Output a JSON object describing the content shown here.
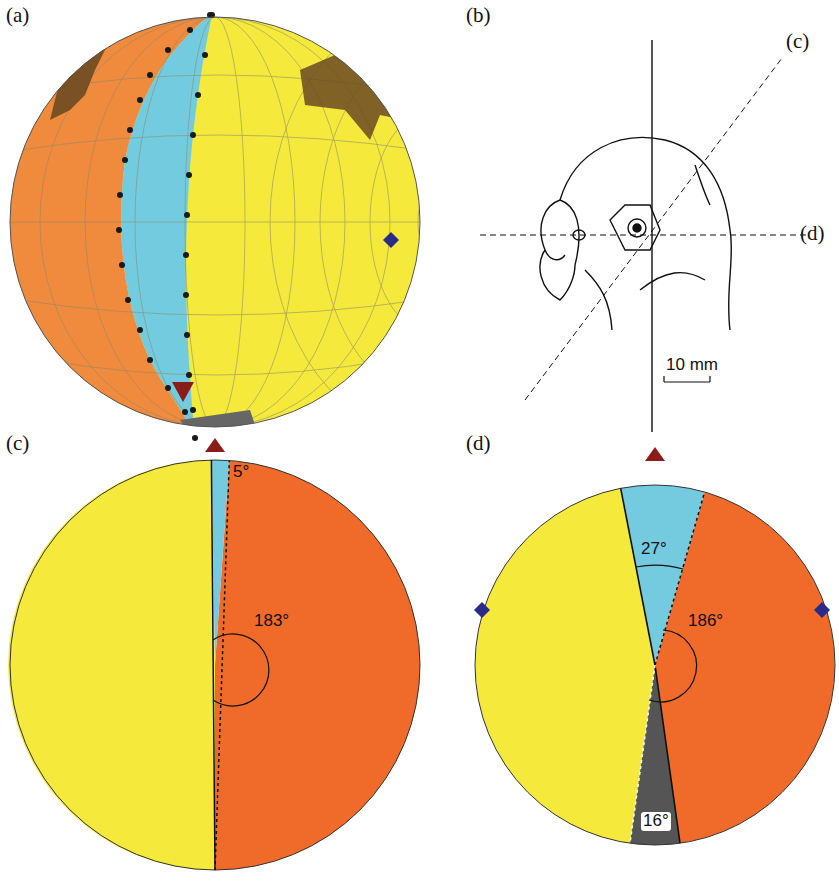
{
  "diagram": {
    "labels": [
      "(a)",
      "(b)",
      "(c)",
      "(d)",
      "(c)",
      "(d)",
      "10 mm",
      "5°",
      "183°",
      "27°",
      "186°",
      "16°"
    ]
  }
}
